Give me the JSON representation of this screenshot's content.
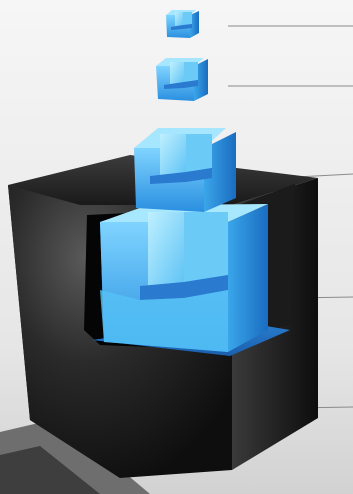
{
  "diagram": {
    "layers": [
      {
        "id": "layer-1",
        "kind": "small-blue-cube"
      },
      {
        "id": "layer-2",
        "kind": "small-blue-cube"
      },
      {
        "id": "layer-3",
        "kind": "medium-blue-cube"
      },
      {
        "id": "layer-4",
        "kind": "large-blue-cube"
      },
      {
        "id": "layer-5",
        "kind": "black-outer-cube"
      }
    ],
    "colors": {
      "background_top": "#f4f4f4",
      "background_bottom": "#d6d6d6",
      "cube_black": "#1a1a1a",
      "cube_black_highlight": "#4a4a4a",
      "cube_blue_light": "#9fe2ff",
      "cube_blue": "#4fb9f2",
      "cube_blue_dark": "#1b6fbf",
      "leader_line": "#8a8a8a"
    }
  }
}
